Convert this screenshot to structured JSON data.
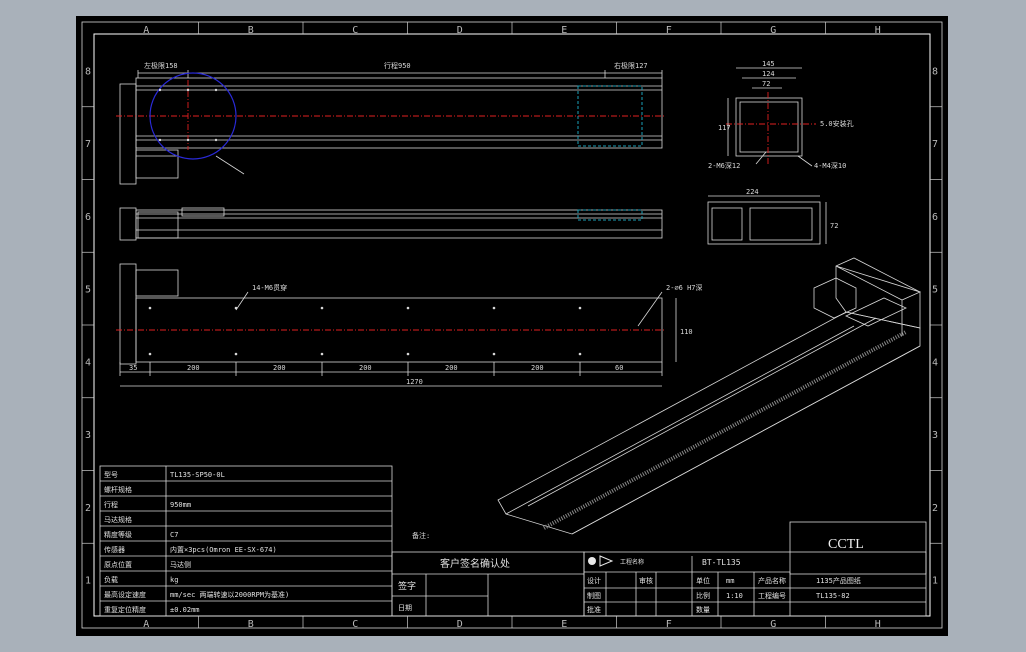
{
  "colors": {
    "page_bg": "#a9b1ba",
    "viewport_bg": "#000000",
    "line": "#d8d8d8",
    "center_line": "#e02020",
    "detail_circle": "#2a2ad8",
    "hidden": "#1aa0b8"
  },
  "grid": {
    "cols": [
      "A",
      "B",
      "C",
      "D",
      "E",
      "F",
      "G",
      "H"
    ],
    "rows": [
      "8",
      "7",
      "6",
      "5",
      "4",
      "3",
      "2",
      "1"
    ]
  },
  "top_view": {
    "left_limit": "左极限158",
    "stroke": "行程950",
    "right_limit": "右极限127"
  },
  "section_view": {
    "w145": "145",
    "w124": "124",
    "w72": "72",
    "h117": "117",
    "hole_note": "2-M6深12",
    "mount_note": "4-M4深10",
    "side_note": "5.0安装孔"
  },
  "end_view": {
    "w": "224",
    "h": "72"
  },
  "bottom_view": {
    "hole_note_left": "14-M6贯穿",
    "hole_note_right": "2-∅6 H7深",
    "h_dim": "110",
    "dims": [
      "35",
      "200",
      "200",
      "200",
      "200",
      "200",
      "60"
    ],
    "total": "1270"
  },
  "spec_table": {
    "rows": [
      {
        "label": "型号",
        "value": "TL135-SP50-0L"
      },
      {
        "label": "螺杆规格",
        "value": ""
      },
      {
        "label": "行程",
        "value": "950mm"
      },
      {
        "label": "马达规格",
        "value": ""
      },
      {
        "label": "精度等级",
        "value": "C7"
      },
      {
        "label": "传感器",
        "value": "内置×3pcs(Omron EE-SX-674)"
      },
      {
        "label": "原点位置",
        "value": "马达侧"
      },
      {
        "label": "负载",
        "value": "kg"
      },
      {
        "label": "最高设定速度",
        "value": "mm/sec 两端转速以2000RPM为基准)"
      },
      {
        "label": "重复定位精度",
        "value": "±0.02mm"
      }
    ],
    "note": "备注:"
  },
  "customer_block": {
    "title": "客户签名确认处",
    "sign": "签字",
    "date": "日期"
  },
  "title_block": {
    "company": "CCTL",
    "project_label": "工程名称",
    "project_value": "BT-TL135",
    "drawing_name": "1135产品图纸",
    "drawing_no": "TL135-82",
    "design": "设计",
    "check": "审核",
    "draw": "制图",
    "approve": "批准",
    "unit": "单位",
    "unit_value": "mm",
    "scale": "比例",
    "scale_value": "1:10",
    "qty": "数量",
    "sheet": "产品名称",
    "no": "工程编号"
  }
}
